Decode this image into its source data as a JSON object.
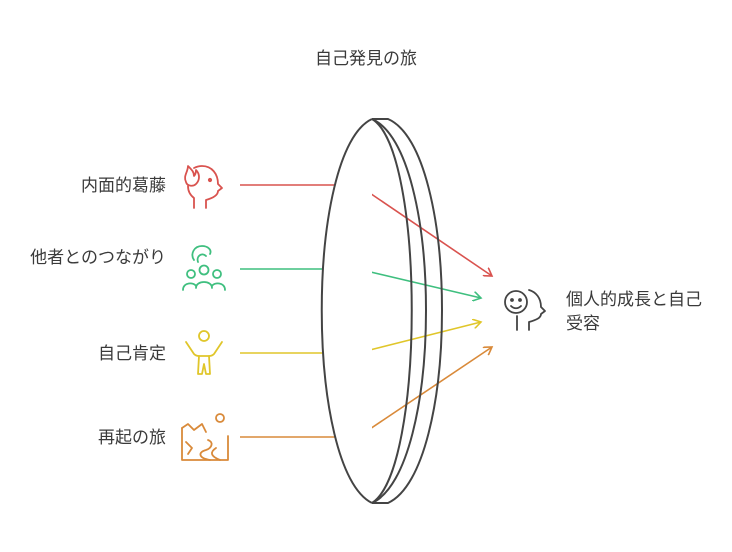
{
  "title": "自己発見の旅",
  "inputs": [
    {
      "label": "内面的葛藤",
      "icon": "flaming-head-icon",
      "color": "#d9534f"
    },
    {
      "label": "他者とのつながり",
      "icon": "group-people-icon",
      "color": "#3fbf7f"
    },
    {
      "label": "自己肯定",
      "icon": "cheering-person-icon",
      "color": "#e0c62a"
    },
    {
      "label": "再起の旅",
      "icon": "winding-road-icon",
      "color": "#d98a3a"
    }
  ],
  "outcome": {
    "label": "個人的成長と自己受容",
    "icon": "smiling-head-icon",
    "color": "#444444"
  },
  "lens": {
    "icon": "lens-shape",
    "color": "#444444"
  }
}
